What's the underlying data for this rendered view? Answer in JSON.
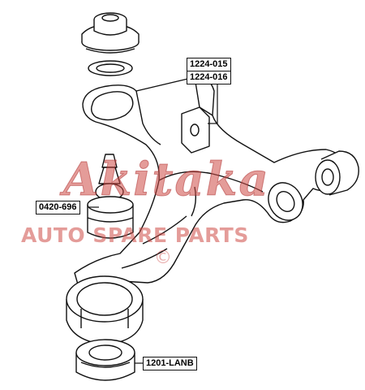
{
  "parts": {
    "upper_arm_part_1": "1224-015",
    "upper_arm_part_2": "1224-016",
    "ball_joint_part": "0420-696",
    "bushing_part": "1201-LANB"
  },
  "watermark": {
    "logo": "Akitaka",
    "tagline": "AUTO SPARE PARTS",
    "brand_mark": "©"
  },
  "colors": {
    "line": "#111111",
    "watermark": "#ce4a46"
  }
}
